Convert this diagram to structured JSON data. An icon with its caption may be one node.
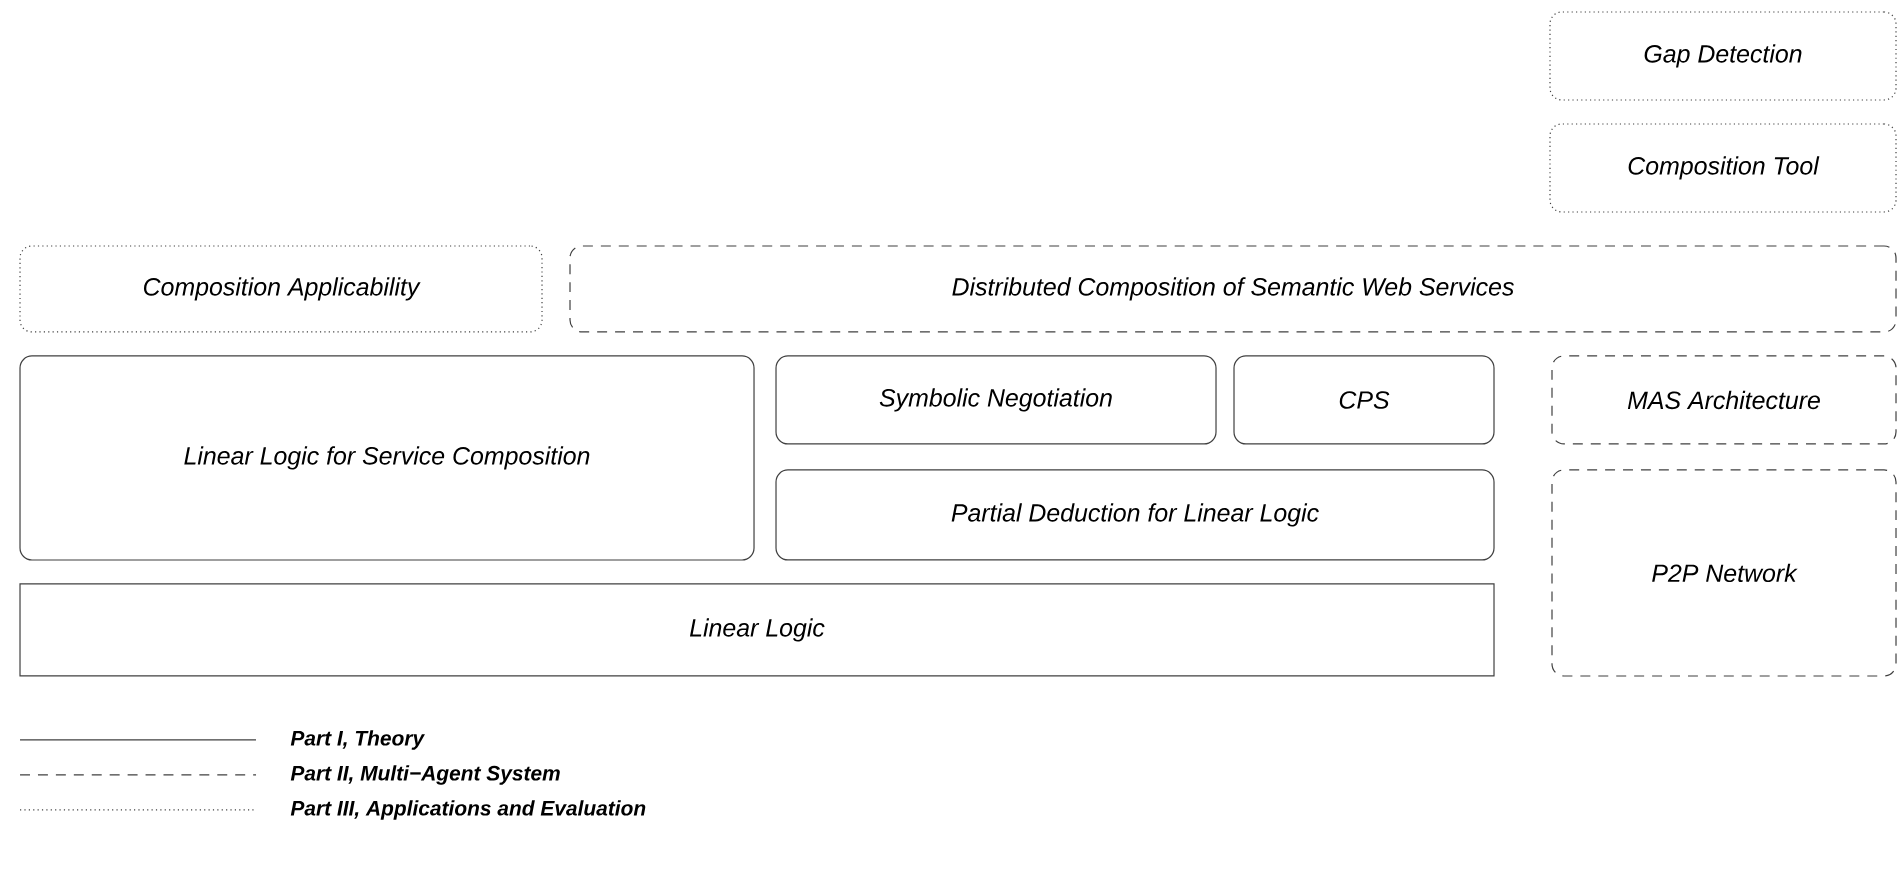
{
  "diagram": {
    "nodes": [
      {
        "text": [
          "Gap Detection"
        ]
      },
      {
        "text": [
          "Composition Tool"
        ]
      },
      {
        "text": [
          "Composition Applicability"
        ]
      },
      {
        "text": [
          "Distributed Composition of Semantic Web Services"
        ]
      },
      {
        "text": [
          "Linear Logic for Service Composition"
        ]
      },
      {
        "text": [
          "Symbolic Negotiation"
        ]
      },
      {
        "text": [
          "CPS"
        ]
      },
      {
        "text": [
          "MAS Architecture"
        ]
      },
      {
        "text": [
          "Partial Deduction for Linear Logic"
        ]
      },
      {
        "text": [
          "Linear Logic"
        ]
      },
      {
        "text": [
          "P2P Network"
        ]
      }
    ],
    "legend": [
      {
        "text": "Part I, Theory"
      },
      {
        "text": "Part II, Multi−Agent System"
      },
      {
        "text": "Part III, Applications and Evaluation"
      }
    ]
  }
}
